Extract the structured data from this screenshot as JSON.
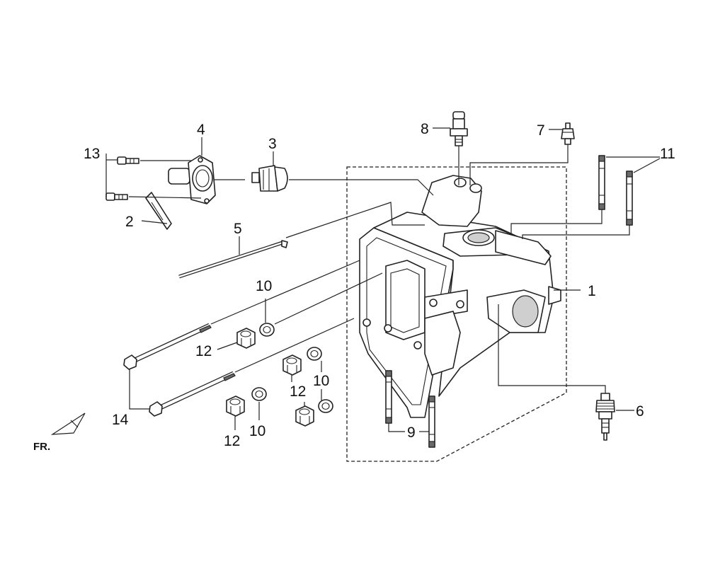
{
  "callouts": {
    "c1": "1",
    "c2": "2",
    "c3": "3",
    "c4": "4",
    "c5": "5",
    "c6": "6",
    "c7": "7",
    "c8": "8",
    "c9": "9",
    "c10a": "10",
    "c10b": "10",
    "c10c": "10",
    "c11": "11",
    "c12a": "12",
    "c12b": "12",
    "c12c": "12",
    "c13": "13",
    "c14": "14"
  },
  "front_marker": "FR.",
  "colors": {
    "line": "#222222",
    "shade": "#cfcfcf",
    "background": "#ffffff"
  }
}
